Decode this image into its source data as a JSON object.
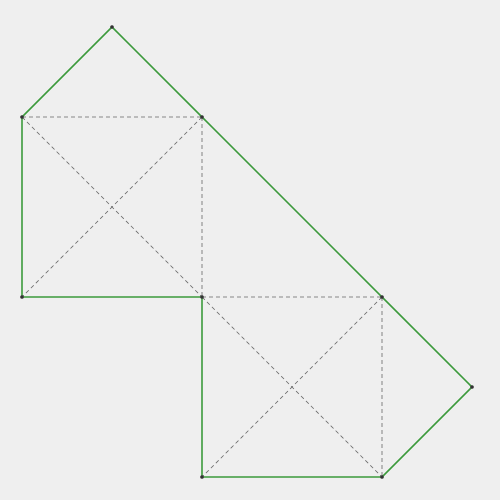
{
  "diagram": {
    "background_color": "#efefef",
    "outline_color": "#3c9a3c",
    "guide_color": "#666666",
    "vertex_color": "#333333",
    "outline_segments": 8,
    "guide_segments": 10,
    "vertices": 10
  }
}
